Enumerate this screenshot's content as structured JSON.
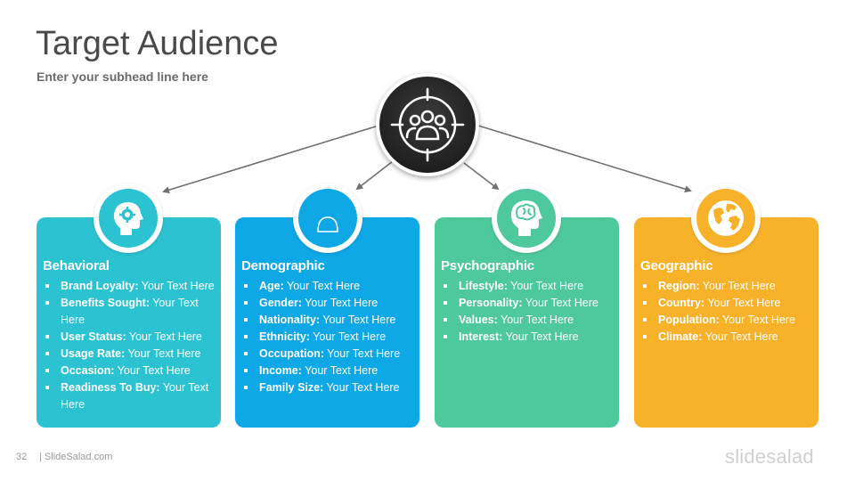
{
  "slide": {
    "title": "Target Audience",
    "subtitle": "Enter your subhead line here",
    "page_number": "32",
    "footer_site": "| SlideSalad.com",
    "brand": "slidesalad"
  },
  "hub": {
    "icon": "target-audience-icon",
    "color": "#222222"
  },
  "cards": [
    {
      "title": "Behavioral",
      "color": "#2bc3d2",
      "icon": "head-gear-icon",
      "items": [
        {
          "key": "Brand Loyalty:",
          "value": " Your Text Here"
        },
        {
          "key": "Benefits Sought:",
          "value": " Your Text Here"
        },
        {
          "key": "User Status:",
          "value": " Your Text Here"
        },
        {
          "key": "Usage Rate:",
          "value": " Your Text Here"
        },
        {
          "key": "Occasion:",
          "value": " Your Text Here"
        },
        {
          "key": "Readiness To Buy:",
          "value": " Your Text Here"
        }
      ]
    },
    {
      "title": "Demographic",
      "color": "#0fa8e6",
      "icon": "group-icon",
      "items": [
        {
          "key": "Age:",
          "value": " Your Text Here"
        },
        {
          "key": "Gender:",
          "value": " Your Text Here"
        },
        {
          "key": "Nationality:",
          "value": " Your Text Here"
        },
        {
          "key": "Ethnicity:",
          "value": " Your Text Here"
        },
        {
          "key": "Occupation:",
          "value": " Your Text Here"
        },
        {
          "key": "Income:",
          "value": " Your Text Here"
        },
        {
          "key": "Family Size:",
          "value": " Your Text Here"
        }
      ]
    },
    {
      "title": "Psychographic",
      "color": "#4ec99c",
      "icon": "head-brain-icon",
      "items": [
        {
          "key": "Lifestyle:",
          "value": " Your Text Here"
        },
        {
          "key": "Personality:",
          "value": " Your Text Here"
        },
        {
          "key": "Values:",
          "value": " Your Text Here"
        },
        {
          "key": "Interest:",
          "value": " Your Text Here"
        }
      ]
    },
    {
      "title": "Geographic",
      "color": "#f8b22a",
      "icon": "globe-icon",
      "items": [
        {
          "key": "Region:",
          "value": " Your Text Here"
        },
        {
          "key": "Country:",
          "value": " Your Text Here"
        },
        {
          "key": "Population:",
          "value": " Your Text Here"
        },
        {
          "key": "Climate:",
          "value": " Your Text Here"
        }
      ]
    }
  ]
}
